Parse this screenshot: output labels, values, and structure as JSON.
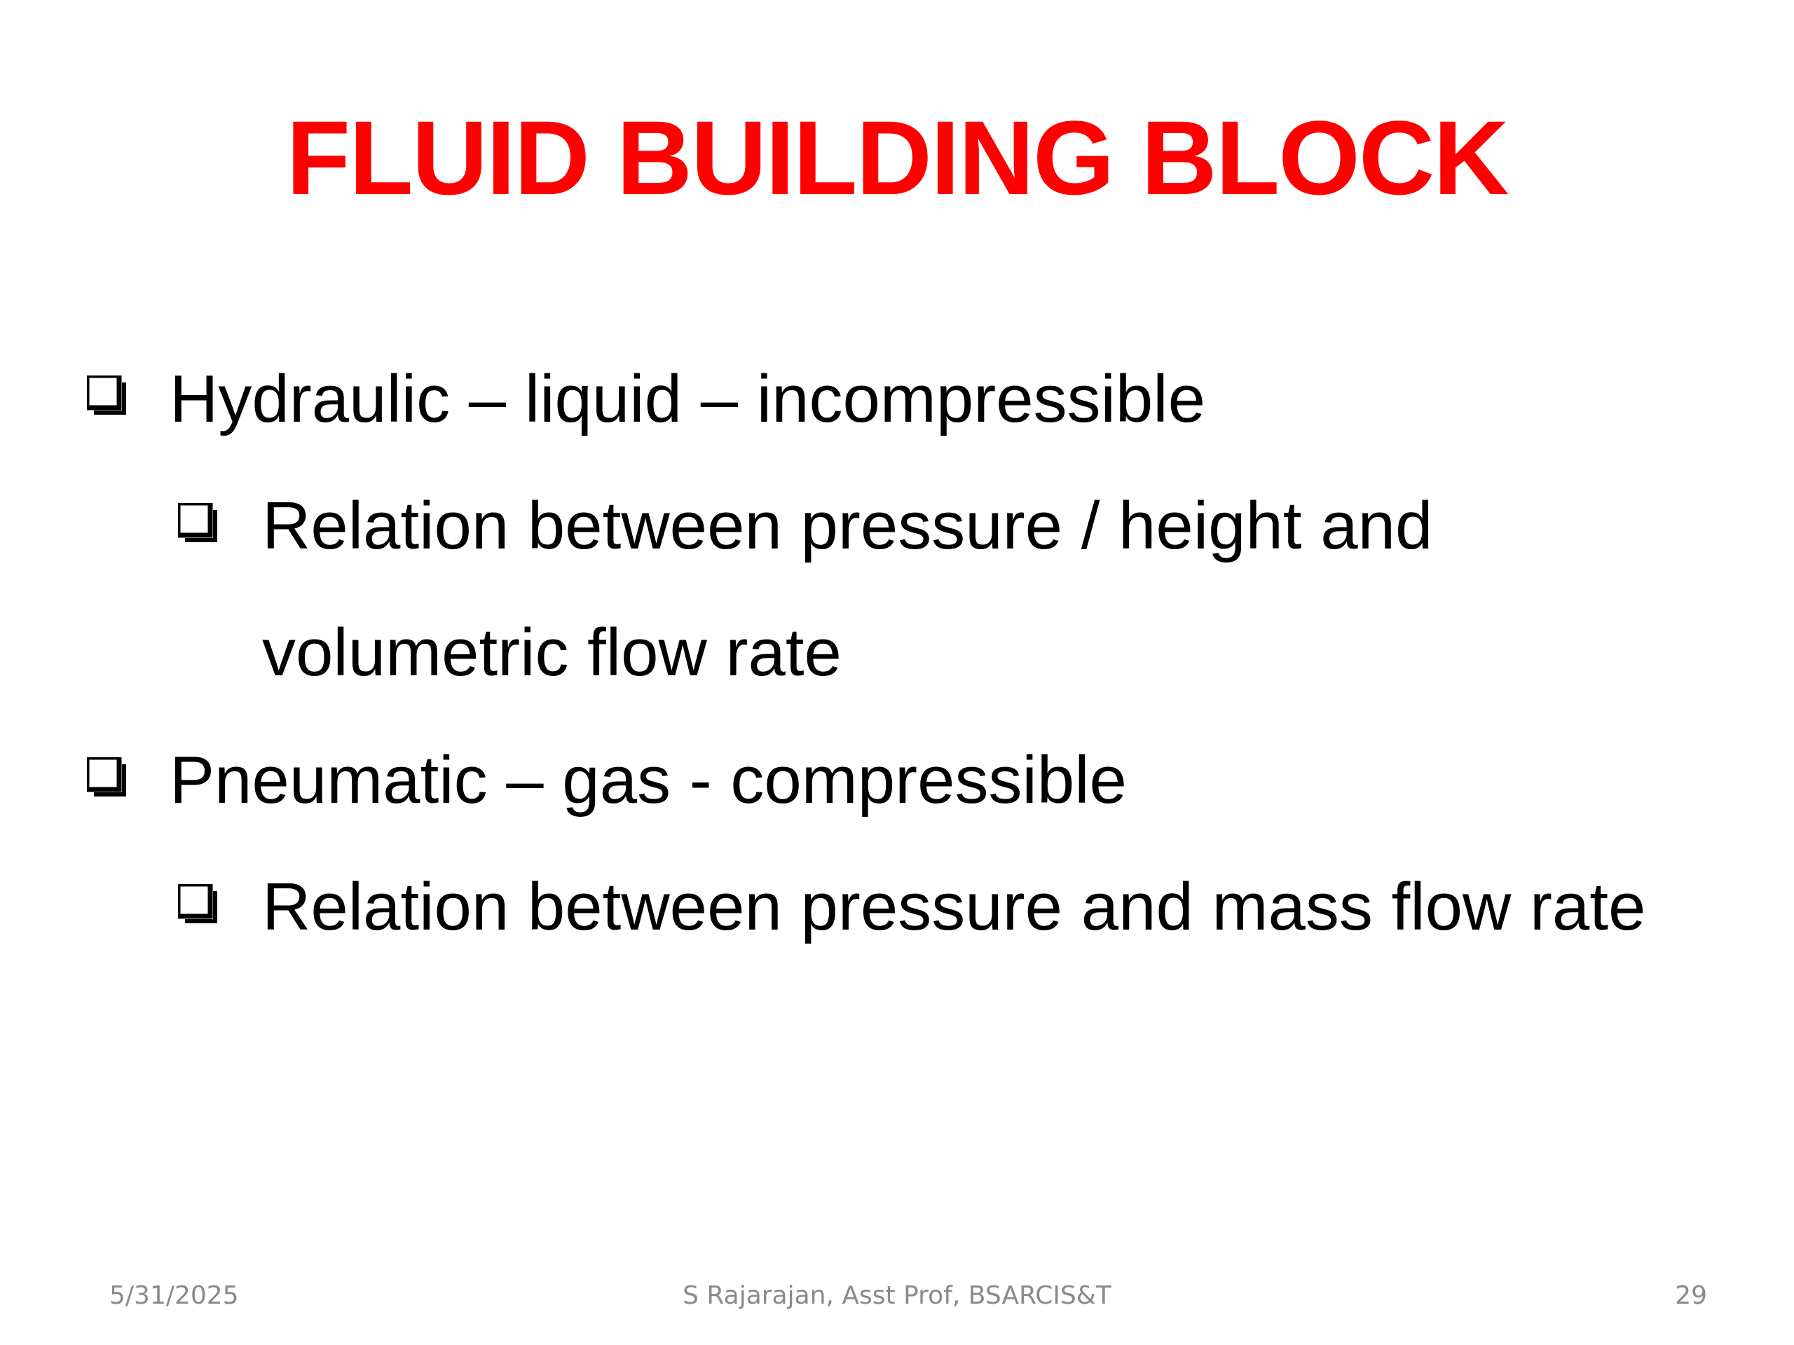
{
  "title": "FLUID BUILDING BLOCK",
  "icons": {
    "bullet": "hollow-square-bullet-icon"
  },
  "colors": {
    "title": "#ff0000",
    "text": "#000000",
    "footer": "#8a8a8a"
  },
  "bullets": [
    {
      "level": 1,
      "text": "Hydraulic – liquid – incompressible"
    },
    {
      "level": 2,
      "text": "Relation between pressure / height and",
      "continuation": "volumetric flow rate"
    },
    {
      "level": 1,
      "text": "Pneumatic – gas - compressible"
    },
    {
      "level": 2,
      "text": "Relation between pressure and mass flow rate"
    }
  ],
  "footer": {
    "date": "5/31/2025",
    "author": "S Rajarajan, Asst Prof, BSARCIS&T",
    "page": "29"
  }
}
